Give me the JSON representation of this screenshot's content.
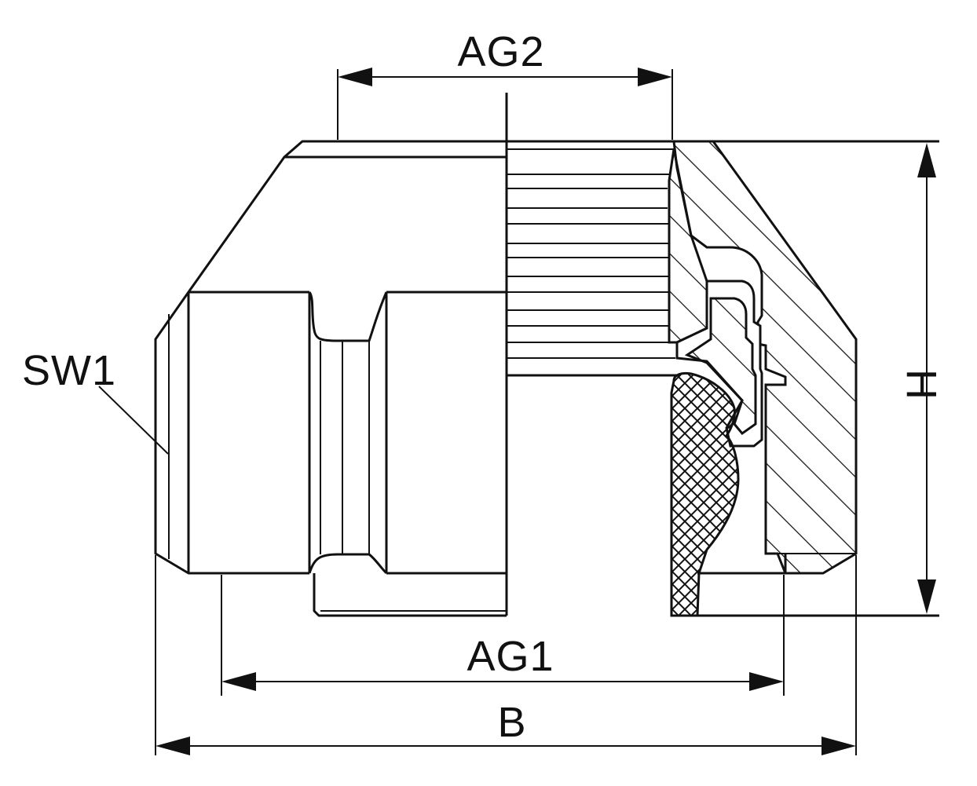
{
  "labels": {
    "ag2": "AG2",
    "ag1": "AG1",
    "b": "B",
    "h": "H",
    "sw1": "SW1"
  }
}
